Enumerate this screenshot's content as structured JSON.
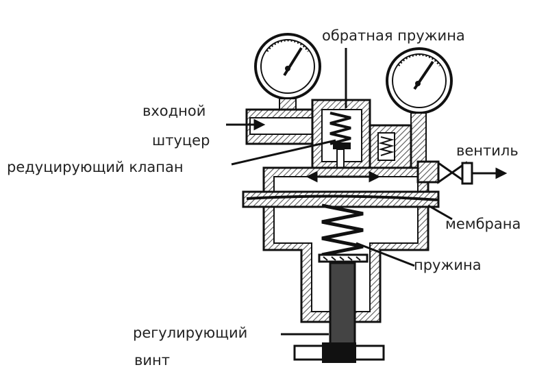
{
  "labels": {
    "return_spring": "обратная пружина",
    "inlet_fitting_l1": "входной",
    "inlet_fitting_l2": "штуцер",
    "reducing_valve": "редуцирующий клапан",
    "valve": "вентиль",
    "membrane": "мембрана",
    "spring": "пружина",
    "adjusting_screw_l1": "регулирующий",
    "adjusting_screw_l2": "винт"
  },
  "colors": {
    "ink": "#111111",
    "hatch": "#555555"
  }
}
